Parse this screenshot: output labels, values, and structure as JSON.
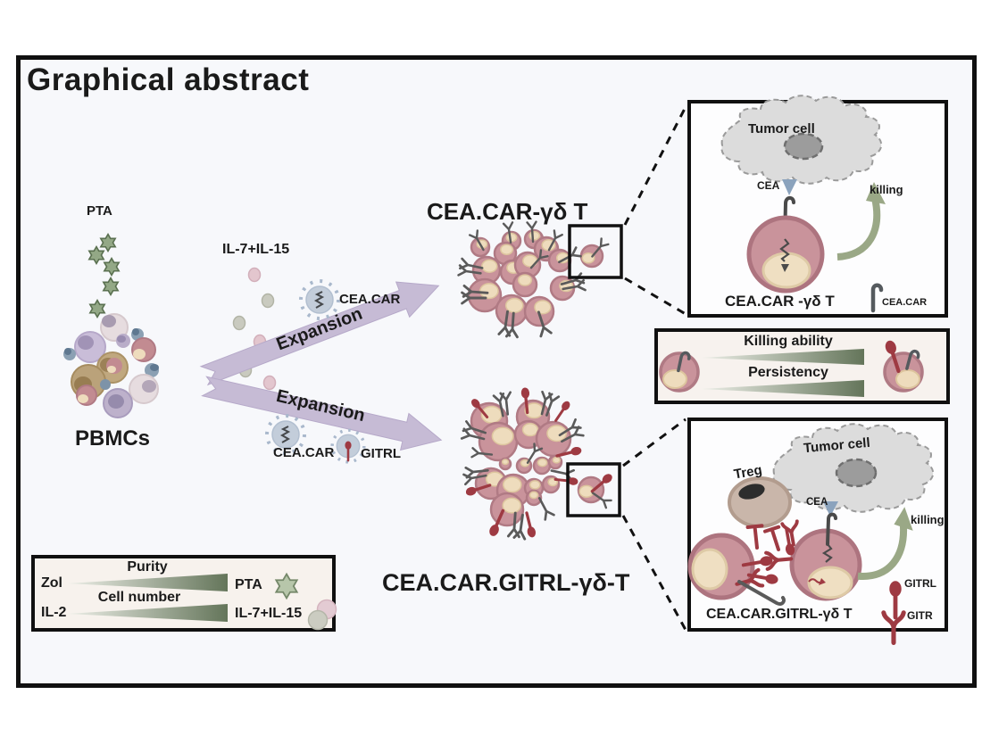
{
  "title": "Graphical abstract",
  "left": {
    "pta": "PTA",
    "pbmcs": "PBMCs",
    "il7il15": "IL-7+IL-15"
  },
  "process": {
    "expansion_top": "Expansion",
    "expansion_bottom": "Expansion",
    "cea_car_virus": "CEA.CAR",
    "cea_car_virus2": "CEA.CAR",
    "gitrl_virus": "GITRL"
  },
  "clusters": {
    "top_title": "CEA.CAR-γδ T",
    "bottom_title": "CEA.CAR.GITRL-γδ-T"
  },
  "inset_top": {
    "tumor_cell": "Tumor cell",
    "cea": "CEA",
    "killing": "killing",
    "cell_label": "CEA.CAR -γδ T",
    "legend_cea_car": "CEA.CAR"
  },
  "comparison": {
    "killing_ability": "Killing ability",
    "persistency": "Persistency"
  },
  "inset_bottom": {
    "treg": "Treg",
    "tumor_cell": "Tumor cell",
    "cea": "CEA",
    "killing": "killing",
    "cell_label": "CEA.CAR.GITRL-γδ T",
    "legend_gitrl": "GITRL",
    "legend_gitr": "GITR"
  },
  "legend_box": {
    "zol": "Zol",
    "purity": "Purity",
    "pta": "PTA",
    "il2": "IL-2",
    "cell_number": "Cell number",
    "il7il15": "IL-7+IL-15"
  },
  "icons": {
    "pta_star": "six-pointed-green-star",
    "car_receptor": "gray-hook-receptor",
    "gitrl": "red-lollipop-ligand",
    "gitr": "red-y-receptor",
    "viral_vector": "dashed-blue-virus-particle",
    "killing_arrow": "green-curved-arrow"
  },
  "colors": {
    "t_cell": "#c9939b",
    "t_cell_border": "#b07a84",
    "nucleus": "#eedcbd",
    "expansion_arrow": "#c6bbd5",
    "accent_red": "#9e3a42",
    "wedge_dark": "#64755a",
    "star_green": "#b7c6aa",
    "virus_blue": "#c3cdda",
    "tumor_gray": "#dcdcdc",
    "treg_tan": "#c9b6aa",
    "frame_bg": "#f7f8fb"
  }
}
